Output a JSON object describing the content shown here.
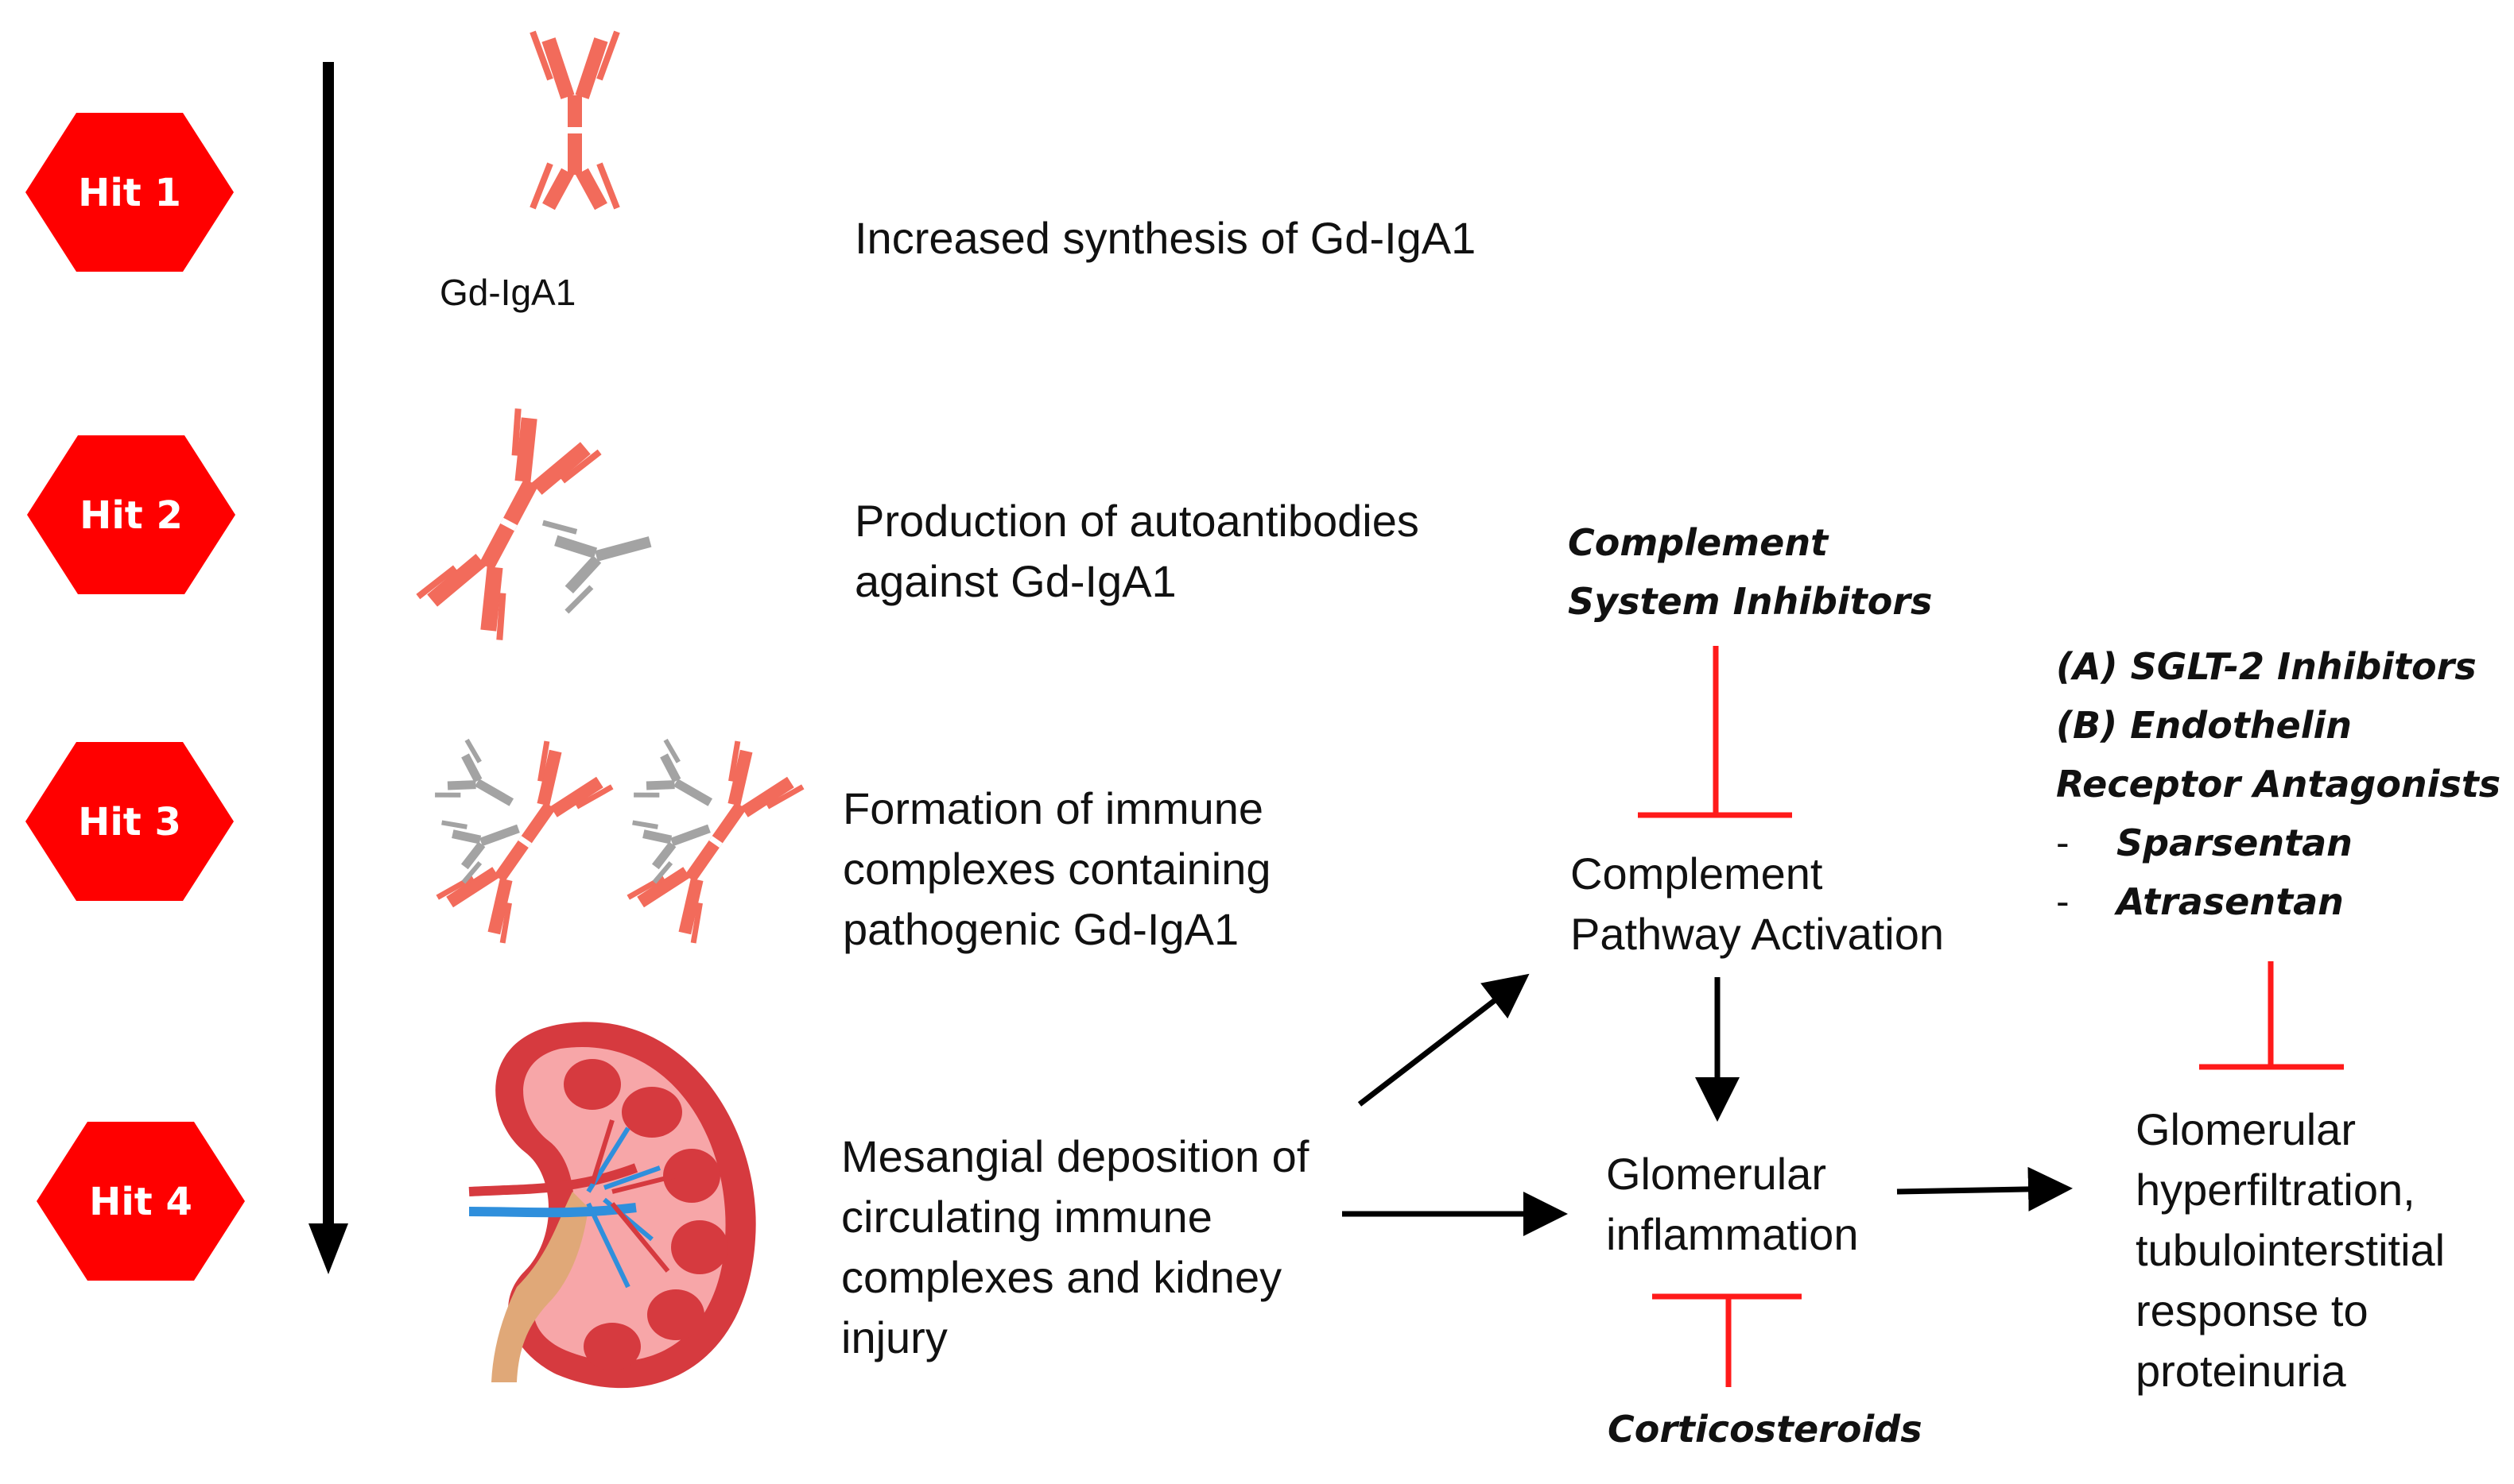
{
  "colors": {
    "hit_red": "#ff0000",
    "antibody_salmon": "#f26b5b",
    "antibody_gray": "#a3a3a3",
    "inhibitor_red": "#ff1a1a",
    "arrow_black": "#000000",
    "kidney_red": "#d63a3f",
    "kidney_pink": "#f7a6a8",
    "vessel_blue": "#2f8fdc",
    "ureter_tan": "#e0a878"
  },
  "hits": [
    {
      "label": "Hit 1"
    },
    {
      "label": "Hit 2"
    },
    {
      "label": "Hit 3"
    },
    {
      "label": "Hit 4"
    }
  ],
  "icons": {
    "gdiga1_label": "Gd-IgA1"
  },
  "steps": {
    "hit1": {
      "line1": "Increased synthesis of Gd-IgA1"
    },
    "hit2": {
      "line1": "Production of autoantibodies",
      "line2": "against Gd-IgA1"
    },
    "hit3": {
      "line1": "Formation of immune",
      "line2": "complexes containing",
      "line3": "pathogenic Gd-IgA1"
    },
    "hit4": {
      "line1": "Mesangial deposition of",
      "line2": "circulating immune",
      "line3": "complexes and kidney",
      "line4": "injury"
    }
  },
  "nodes": {
    "complement": {
      "line1": "Complement",
      "line2": "Pathway Activation"
    },
    "inflammation": {
      "line1": "Glomerular",
      "line2": "inflammation"
    },
    "hyperfiltration": {
      "line1": "Glomerular",
      "line2": "hyperfiltration,",
      "line3": "tubulointerstitial",
      "line4": "response to",
      "line5": "proteinuria"
    }
  },
  "drugs": {
    "complement_inhibitors": {
      "line1": "Complement",
      "line2": "System Inhibitors"
    },
    "corticosteroids": {
      "line1": "Corticosteroids"
    },
    "sglt_era": {
      "line1": "(A) SGLT-2 Inhibitors",
      "line2": "(B) Endothelin",
      "line3": "Receptor Antagonists",
      "bullet": "-",
      "sub1": "Sparsentan",
      "sub2": "Atrasentan"
    }
  }
}
